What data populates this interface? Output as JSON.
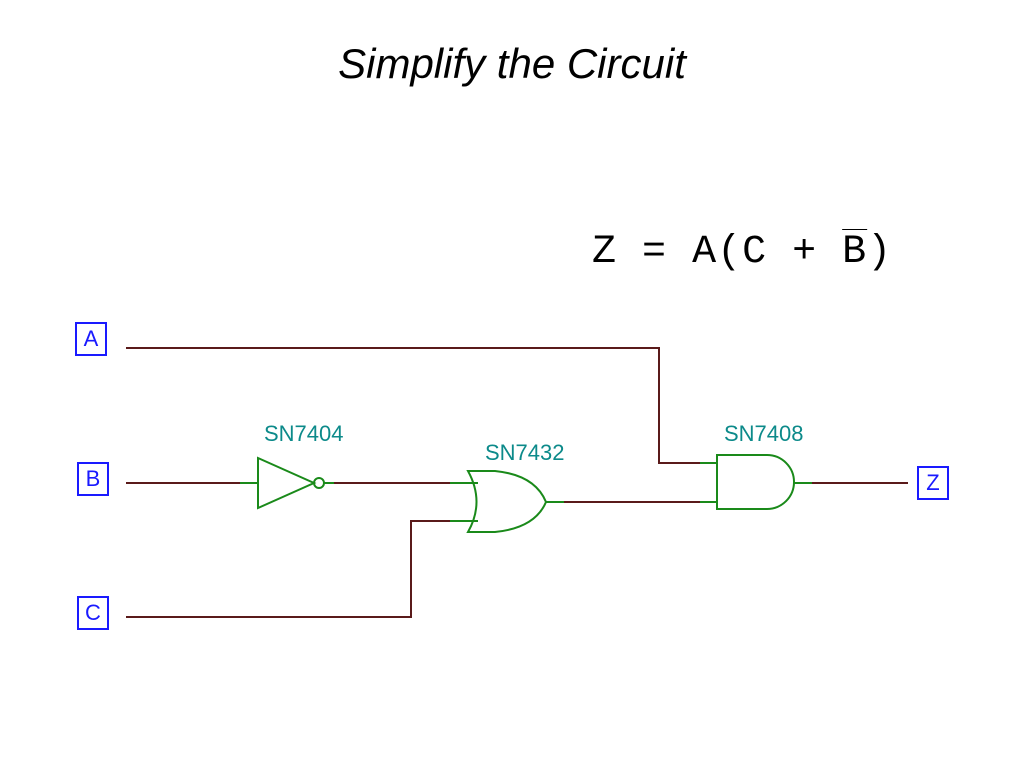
{
  "title": "Simplify the Circuit",
  "equation": {
    "lhs": "Z",
    "eq": "=",
    "a": "A",
    "open": "(",
    "c": "C",
    "plus": "+",
    "b_bar": "B",
    "close": ")"
  },
  "inputs": {
    "a": "A",
    "b": "B",
    "c": "C"
  },
  "output": {
    "z": "Z"
  },
  "chips": {
    "inverter": "SN7404",
    "or_gate": "SN7432",
    "and_gate": "SN7408"
  },
  "colors": {
    "wire": "#5a1a1a",
    "gate": "#1a8a1a",
    "pin": "#1a1aff",
    "chip_label": "#0c8a8a"
  }
}
